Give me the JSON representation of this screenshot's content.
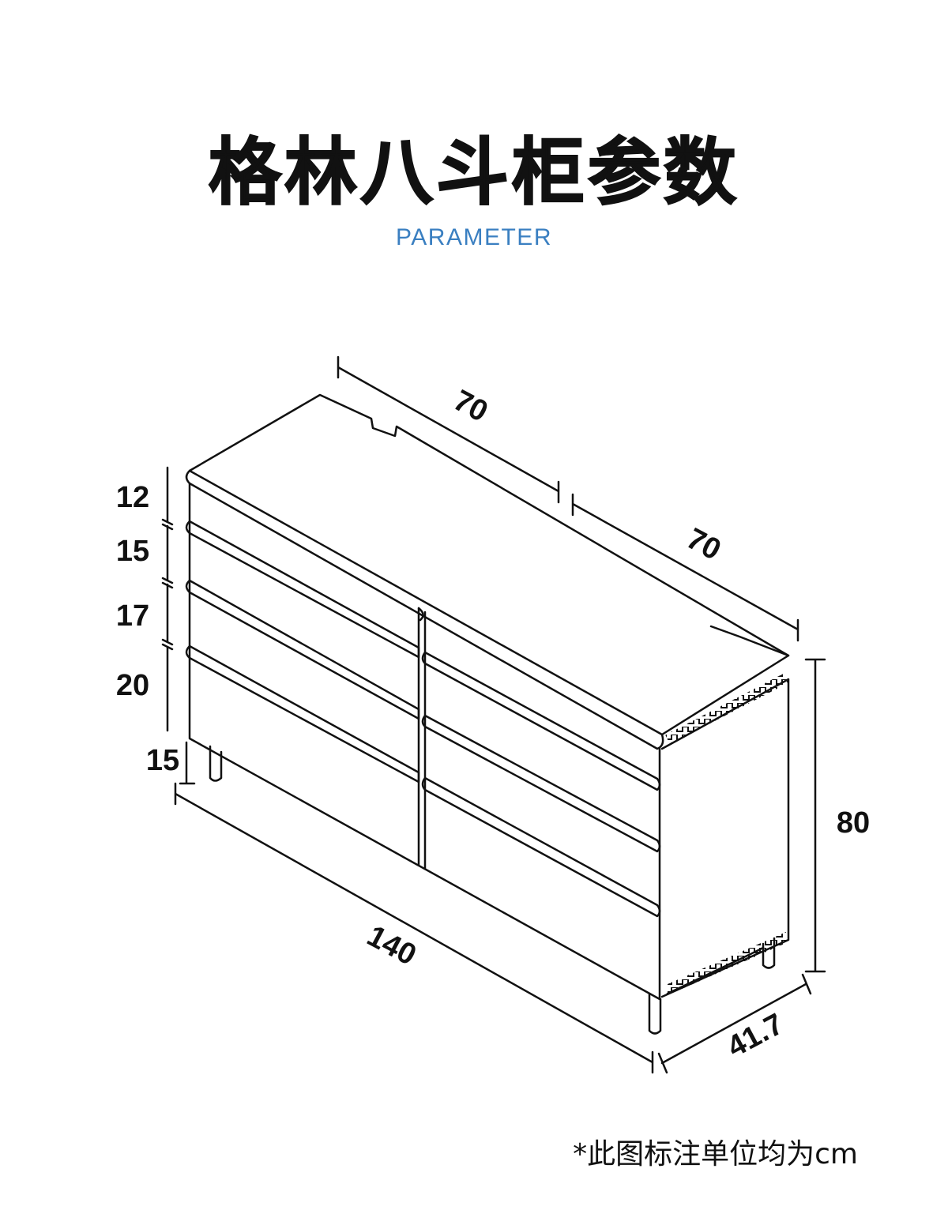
{
  "header": {
    "title": "格林八斗柜参数",
    "subtitle": "PARAMETER",
    "subtitle_color": "#3a7fc1"
  },
  "dimensions": {
    "top_left_width": "70",
    "top_right_width": "70",
    "total_width": "140",
    "depth": "41.7",
    "height": "80",
    "drawer_heights": [
      "12",
      "15",
      "17",
      "20"
    ],
    "leg_height": "15"
  },
  "footnote": "*此图标注单位均为cm"
}
